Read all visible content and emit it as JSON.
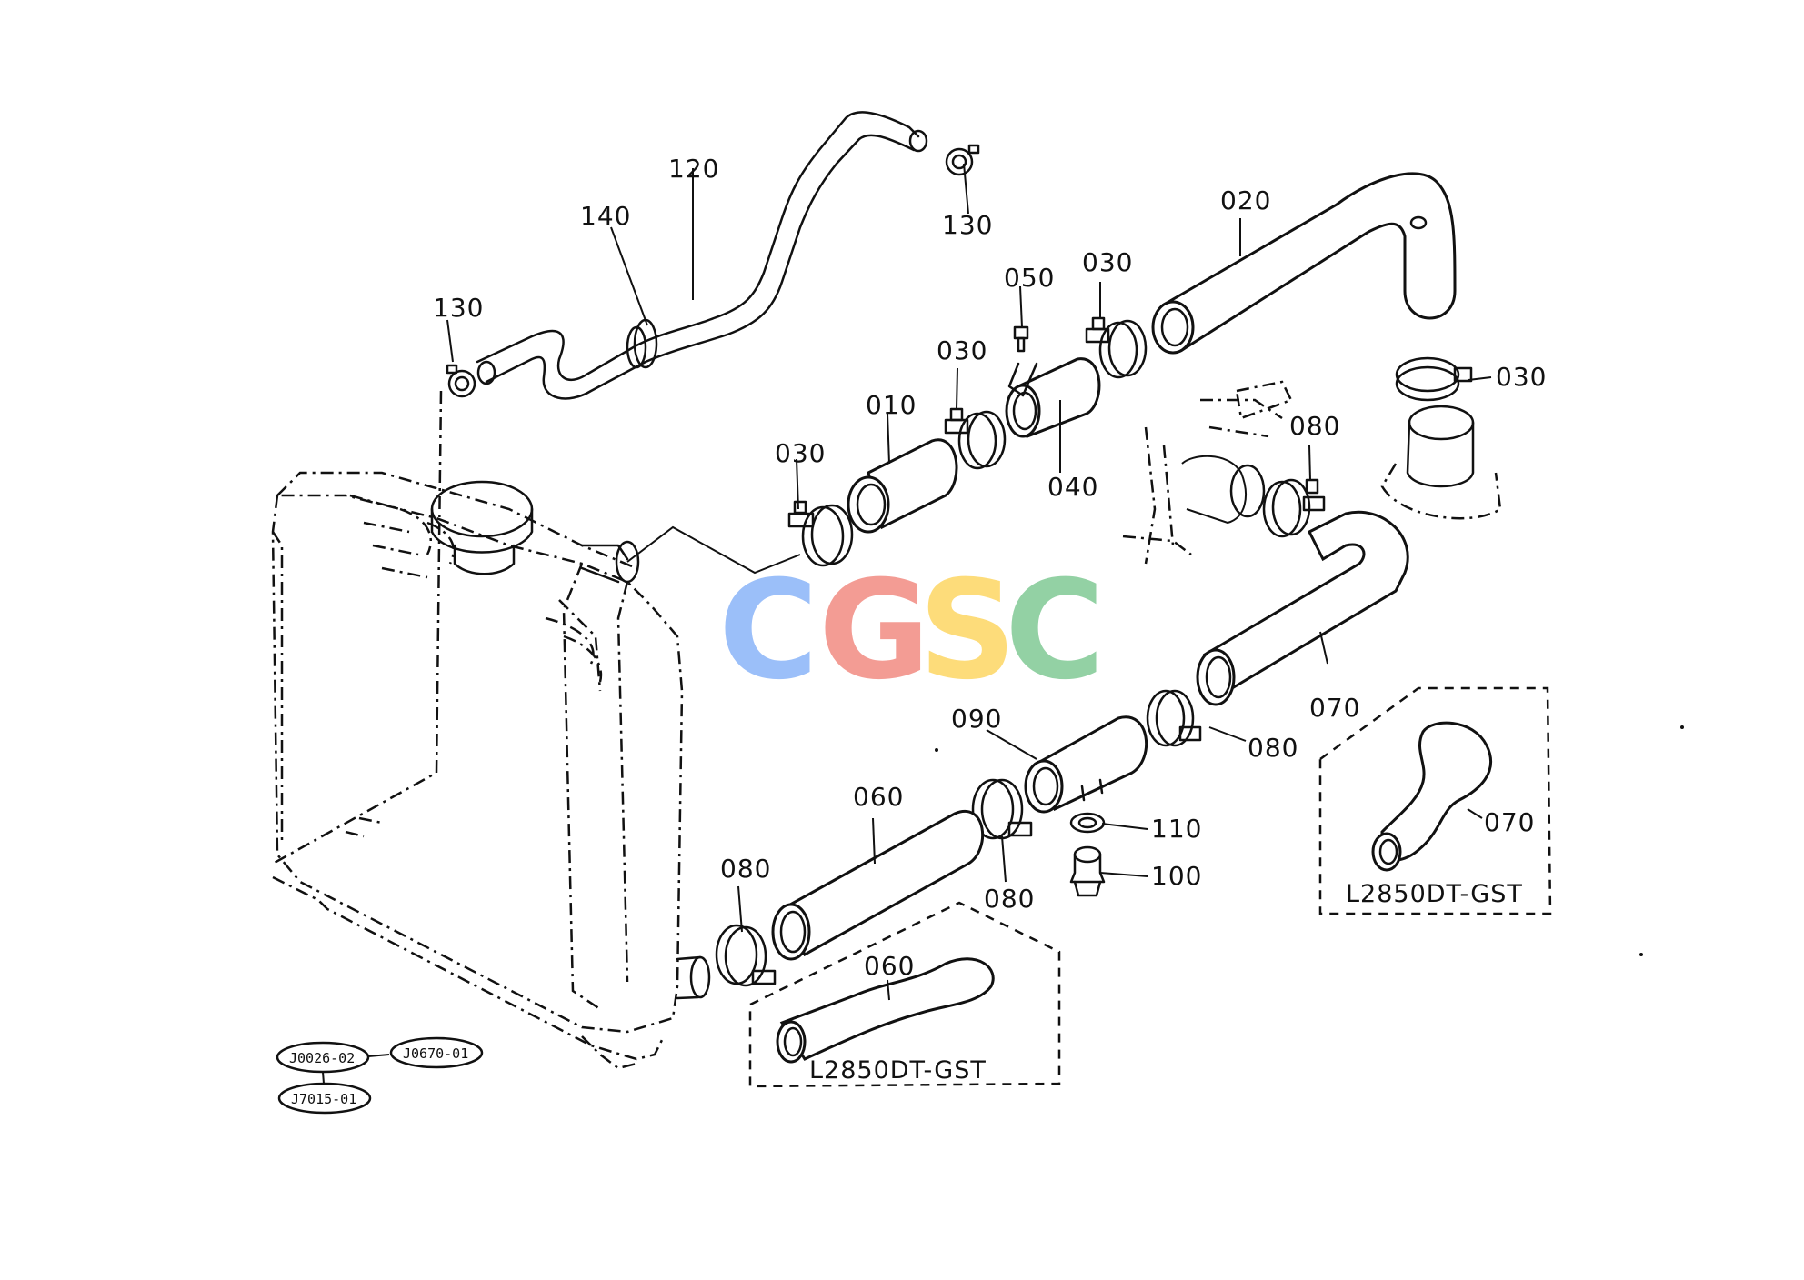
{
  "diagram": {
    "part_labels": {
      "p010": "010",
      "p020": "020",
      "p030_a": "030",
      "p030_b": "030",
      "p030_c": "030",
      "p030_d": "030",
      "p040": "040",
      "p050": "050",
      "p060_main": "060",
      "p060_variant": "060",
      "p070_main": "070",
      "p070_variant": "070",
      "p080_a": "080",
      "p080_b": "080",
      "p080_c": "080",
      "p080_d": "080",
      "p090": "090",
      "p100": "100",
      "p110": "110",
      "p120": "120",
      "p130_a": "130",
      "p130_b": "130",
      "p140": "140"
    },
    "variants": {
      "box_060": "L2850DT-GST",
      "box_070": "L2850DT-GST"
    },
    "references": {
      "ref_1": "J0026-02",
      "ref_2": "J0670-01",
      "ref_3": "J7015-01"
    },
    "watermark": {
      "letters": [
        "C",
        "G",
        "S",
        "C"
      ],
      "colors": [
        "#8ab4f8",
        "#f28b82",
        "#fdd663",
        "#81c995"
      ]
    }
  }
}
